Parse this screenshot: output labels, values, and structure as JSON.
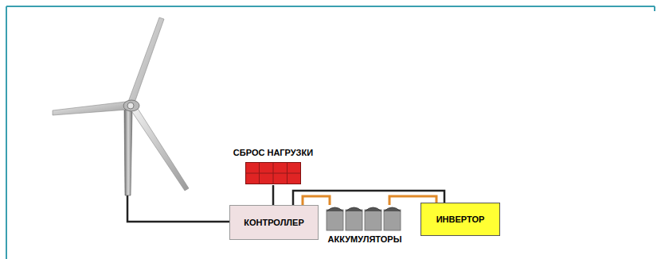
{
  "diagram": {
    "nodes": [
      {
        "text": [
          "СБРОС НАГРУЗКИ"
        ]
      },
      {
        "text": [
          "КОНТРОЛЛЕР"
        ]
      },
      {
        "text": [
          "АККУМУЛЯТОРЫ"
        ]
      },
      {
        "text": [
          "ИНВЕРТОР"
        ]
      }
    ],
    "edges": [
      {
        "from": 1,
        "to": 0,
        "arrow": "none"
      },
      {
        "from": 1,
        "to": 2,
        "arrow": "none"
      },
      {
        "from": 2,
        "to": 3,
        "arrow": "none"
      },
      {
        "from": 1,
        "to": 3,
        "arrow": "none"
      }
    ]
  }
}
